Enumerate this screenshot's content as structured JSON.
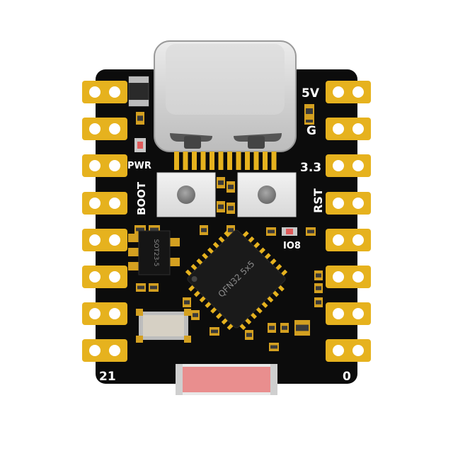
{
  "board": {
    "pin_labels": {
      "top_right_1": "5V",
      "top_right_2": "G",
      "right_3": "3.3",
      "right_4": "RST",
      "bottom_right": "0",
      "bottom_left": "21",
      "left_pwr": "PWR",
      "left_boot": "BOOT",
      "led_label": "IO8"
    },
    "chips": {
      "mcu": "QFN32 5x5",
      "regulator": "SOT23-5"
    },
    "colors": {
      "pcb": "#0c0c0c",
      "gold": "#e6b21e",
      "connector": "#d4d4d4",
      "antenna": "#e98e8e"
    }
  }
}
